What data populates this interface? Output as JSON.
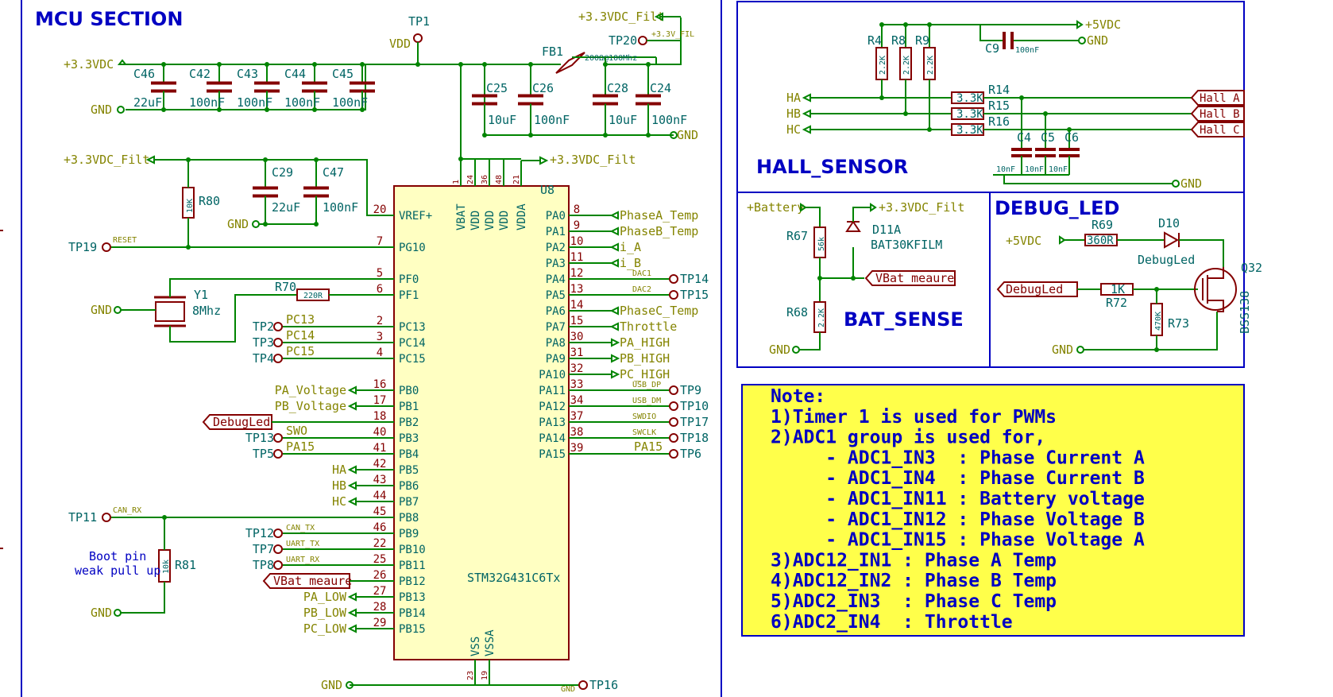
{
  "sections": {
    "mcu_title": "MCU SECTION",
    "hall_title": "HALL_SENSOR",
    "bat_title": "BAT_SENSE",
    "debug_title": "DEBUG_LED"
  },
  "power": {
    "v33": "+3.3VDC",
    "v33f": "+3.3VDC_Filt",
    "v33f_short": "+3.3V_FIL",
    "gnd": "GND",
    "v5": "+5VDC",
    "battery": "+Battery",
    "vdd": "VDD",
    "gnd_small": "GND"
  },
  "mcu": {
    "ref": "U8",
    "value": "STM32G431C6Tx",
    "top_pins": [
      {
        "num": "1",
        "name": "VBAT"
      },
      {
        "num": "24",
        "name": "VDD"
      },
      {
        "num": "36",
        "name": "VDD"
      },
      {
        "num": "48",
        "name": "VDD"
      },
      {
        "num": "21",
        "name": "VDDA"
      }
    ],
    "bottom_pins": [
      {
        "num": "23",
        "name": "VSS"
      },
      {
        "num": "19",
        "name": "VSSA"
      }
    ],
    "left_pins": [
      {
        "num": "20",
        "name": "VREF+"
      },
      {
        "num": "7",
        "name": "PG10"
      },
      {
        "num": "5",
        "name": "PF0"
      },
      {
        "num": "6",
        "name": "PF1"
      },
      {
        "num": "2",
        "name": "PC13"
      },
      {
        "num": "3",
        "name": "PC14"
      },
      {
        "num": "4",
        "name": "PC15"
      },
      {
        "num": "16",
        "name": "PB0"
      },
      {
        "num": "17",
        "name": "PB1"
      },
      {
        "num": "18",
        "name": "PB2"
      },
      {
        "num": "40",
        "name": "PB3"
      },
      {
        "num": "41",
        "name": "PB4"
      },
      {
        "num": "42",
        "name": "PB5"
      },
      {
        "num": "43",
        "name": "PB6"
      },
      {
        "num": "44",
        "name": "PB7"
      },
      {
        "num": "45",
        "name": "PB8"
      },
      {
        "num": "46",
        "name": "PB9"
      },
      {
        "num": "22",
        "name": "PB10"
      },
      {
        "num": "25",
        "name": "PB11"
      },
      {
        "num": "26",
        "name": "PB12"
      },
      {
        "num": "27",
        "name": "PB13"
      },
      {
        "num": "28",
        "name": "PB14"
      },
      {
        "num": "29",
        "name": "PB15"
      }
    ],
    "right_pins": [
      {
        "num": "8",
        "name": "PA0"
      },
      {
        "num": "9",
        "name": "PA1"
      },
      {
        "num": "10",
        "name": "PA2"
      },
      {
        "num": "11",
        "name": "PA3"
      },
      {
        "num": "12",
        "name": "PA4"
      },
      {
        "num": "13",
        "name": "PA5"
      },
      {
        "num": "14",
        "name": "PA6"
      },
      {
        "num": "15",
        "name": "PA7"
      },
      {
        "num": "30",
        "name": "PA8"
      },
      {
        "num": "31",
        "name": "PA9"
      },
      {
        "num": "32",
        "name": "PA10"
      },
      {
        "num": "33",
        "name": "PA11"
      },
      {
        "num": "34",
        "name": "PA12"
      },
      {
        "num": "37",
        "name": "PA13"
      },
      {
        "num": "38",
        "name": "PA14"
      },
      {
        "num": "39",
        "name": "PA15"
      }
    ]
  },
  "left_nets": {
    "reset": "RESET",
    "tp19": "TP19",
    "pc13": "PC13",
    "pc14": "PC14",
    "pc15": "PC15",
    "tp2": "TP2",
    "tp3": "TP3",
    "tp4": "TP4",
    "pa_voltage": "PA_Voltage",
    "pb_voltage": "PB_Voltage",
    "debugled": "DebugLed",
    "swo": "SWO",
    "tp13": "TP13",
    "pa15": "PA15",
    "tp5": "TP5",
    "ha": "HA",
    "hb": "HB",
    "hc": "HC",
    "can_rx": "CAN_RX",
    "tp11": "TP11",
    "can_tx": "CAN_TX",
    "tp12": "TP12",
    "uart_tx": "UART_TX",
    "tp7": "TP7",
    "uart_rx": "UART_RX",
    "tp8": "TP8",
    "vbat_meaure": "VBat_meaure",
    "pa_low": "PA_LOW",
    "pb_low": "PB_LOW",
    "pc_low": "PC_LOW",
    "boot1": "Boot pin",
    "boot2": "weak pull up"
  },
  "right_nets": {
    "phasea_temp": "PhaseA_Temp",
    "phaseb_temp": "PhaseB_Temp",
    "i_a": "i_A",
    "i_b": "i_B",
    "dac1a": "DAC1",
    "tp14": "TP14",
    "dac2": "DAC2",
    "tp15": "TP15",
    "phasec_temp": "PhaseC_Temp",
    "throttle": "Throttle",
    "pa_high": "PA_HIGH",
    "pb_high": "PB_HIGH",
    "pc_high": "PC_HIGH",
    "usb_dp": "USB_DP",
    "tp9": "TP9",
    "usb_dm": "USB_DM",
    "tp10": "TP10",
    "swdio": "SWDIO",
    "tp17": "TP17",
    "swclk": "SWCLK",
    "tp18": "TP18",
    "pa15": "PA15",
    "tp6": "TP6",
    "gnd_tp16": "GND",
    "tp16": "TP16"
  },
  "components": {
    "tp1": "TP1",
    "tp20": "TP20",
    "fb1": "FB1",
    "fb1_val": "200Ω@100Mhz",
    "c46": "C46",
    "c46v": "22uF",
    "c42": "C42",
    "c42v": "100nF",
    "c43": "C43",
    "c43v": "100nF",
    "c44": "C44",
    "c44v": "100nF",
    "c45": "C45",
    "c45v": "100nF",
    "c25": "C25",
    "c25v": "10uF",
    "c26": "C26",
    "c26v": "100nF",
    "c28": "C28",
    "c28v": "10uF",
    "c24": "C24",
    "c24v": "100nF",
    "c29": "C29",
    "c29v": "22uF",
    "c47": "C47",
    "c47v": "100nF",
    "r80": "R80",
    "r80v": "10K",
    "y1": "Y1",
    "y1v": "8Mhz",
    "r70": "R70",
    "r70v": "220R",
    "r81": "R81",
    "r81v": "10k",
    "r4": "R4",
    "r8": "R8",
    "r9": "R9",
    "r2k2": "2.2K",
    "c9": "C9",
    "c9v": "100nF",
    "r14": "R14",
    "r15": "R15",
    "r16": "R16",
    "r3k3": "3.3K",
    "c4": "C4",
    "c5": "C5",
    "c6": "C6",
    "c10n": "10nF",
    "hall_a": "Hall_A",
    "hall_b": "Hall_B",
    "hall_c": "Hall_C",
    "r67": "R67",
    "r67v": "56k",
    "r68": "R68",
    "r68v": "2.2K",
    "d11": "D11A",
    "d11v": "BAT30KFILM",
    "r69": "R69",
    "r69v": "360R",
    "d10": "D10",
    "d10v": "DebugLed",
    "r72": "R72",
    "r72v": "1K",
    "r73": "R73",
    "r73v": "470K",
    "q32": "Q32",
    "q32v": "BSS138"
  },
  "note": {
    "lines": [
      "Note:",
      "1)Timer 1 is used for PWMs",
      "2)ADC1 group is used for,",
      "     - ADC1_IN3  : Phase Current A",
      "     - ADC1_IN4  : Phase Current B",
      "     - ADC1_IN11 : Battery voltage",
      "     - ADC1_IN12 : Phase Voltage B",
      "     - ADC1_IN15 : Phase Voltage A",
      "3)ADC12_IN1 : Phase A Temp",
      "4)ADC12_IN2 : Phase B Temp",
      "5)ADC2_IN3  : Phase C Temp",
      "6)ADC2_IN4  : Throttle"
    ]
  }
}
